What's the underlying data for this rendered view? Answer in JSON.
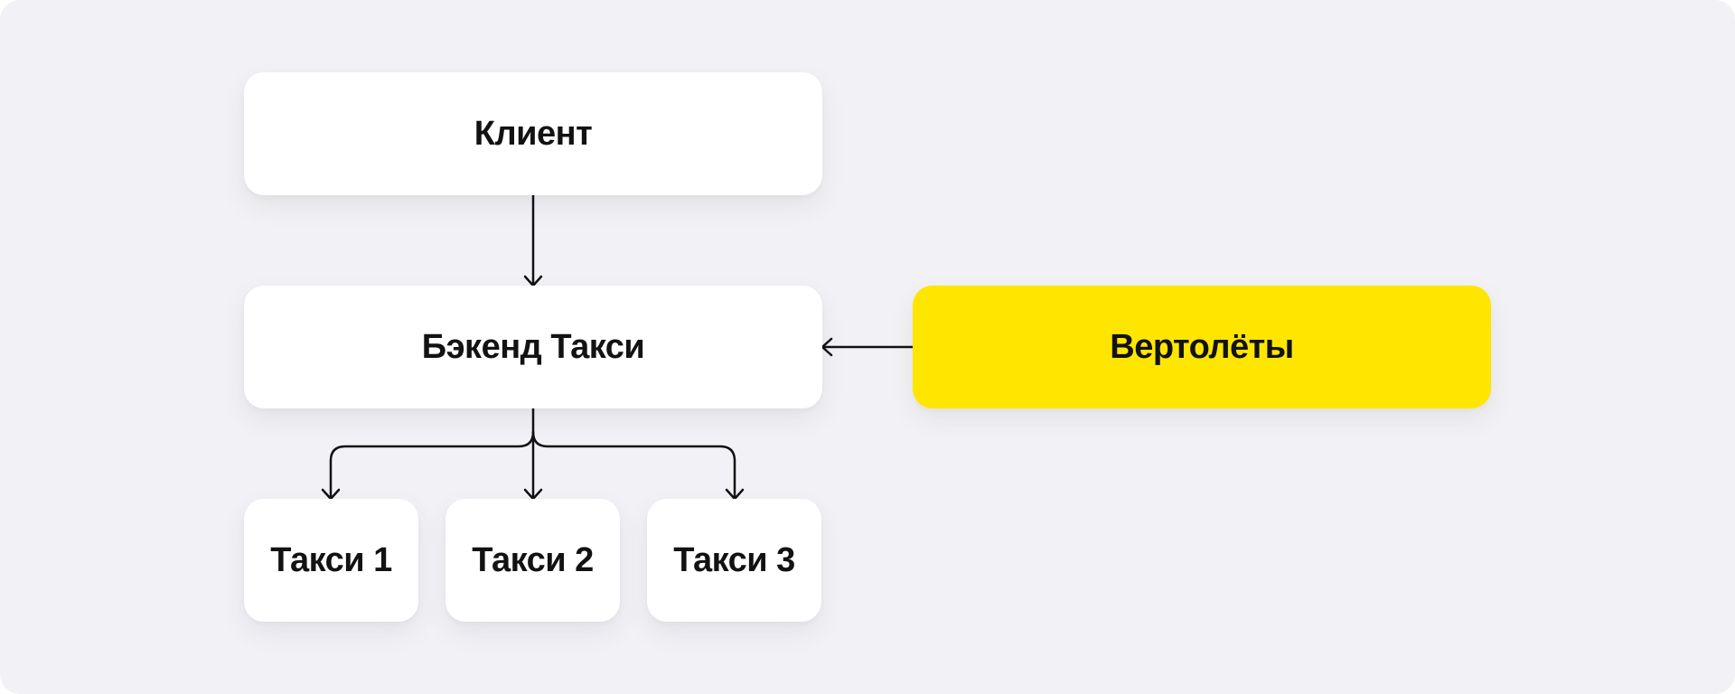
{
  "diagram": {
    "nodes": {
      "client": "Клиент",
      "backend": "Бэкенд Такси",
      "helicopters": "Вертолёты",
      "taxi_1": "Такси 1",
      "taxi_2": "Такси 2",
      "taxi_3": "Такси 3"
    },
    "edges": [
      {
        "from": "client",
        "to": "backend"
      },
      {
        "from": "helicopters",
        "to": "backend"
      },
      {
        "from": "backend",
        "to": "taxi_1"
      },
      {
        "from": "backend",
        "to": "taxi_2"
      },
      {
        "from": "backend",
        "to": "taxi_3"
      }
    ]
  },
  "colors": {
    "background": "#f2f2f6",
    "node": "#ffffff",
    "accent": "#ffe600",
    "text": "#121212",
    "connector": "#121212"
  }
}
